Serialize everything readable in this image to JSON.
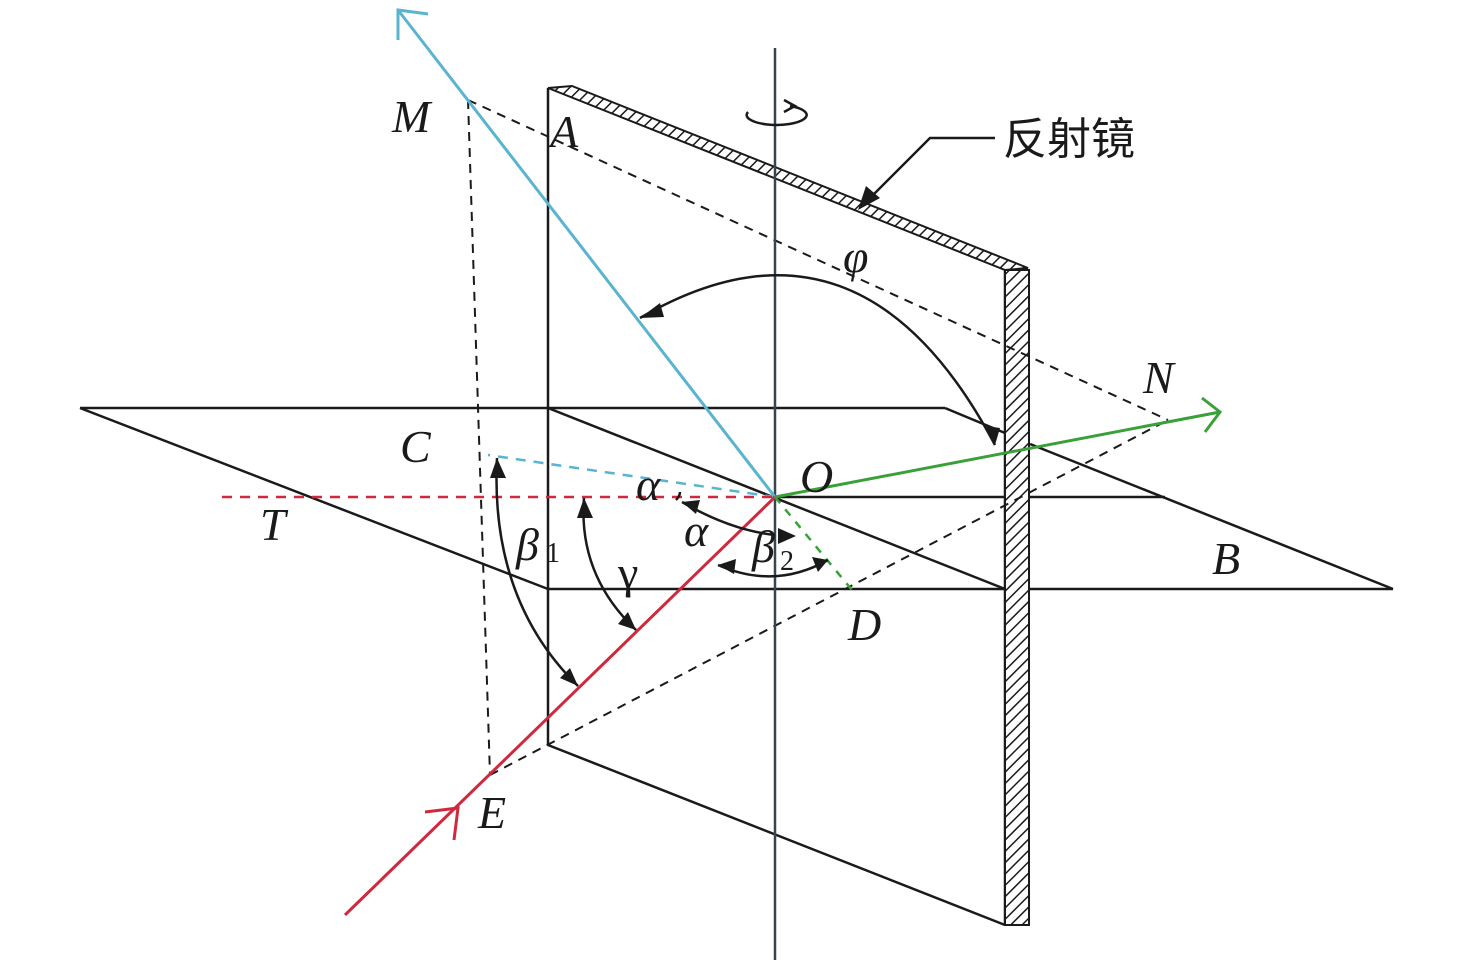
{
  "labels": {
    "M": "M",
    "A": "A",
    "N": "N",
    "C": "C",
    "O": "O",
    "T": "T",
    "B": "B",
    "D": "D",
    "E": "E",
    "phi": "φ",
    "alpha_top": "α",
    "alpha_low": "α",
    "beta1": "β",
    "beta1_sub": "1",
    "beta2": "β",
    "beta2_sub": "2",
    "gamma": "γ"
  },
  "mirror_label": "反射镜",
  "colors": {
    "reflected_ray": "#5ab4d0",
    "incident_ray": "#d0283c",
    "outgoing_ray": "#3aa03a",
    "frame_lines": "#1a1a1a",
    "axis": "#3a4450"
  }
}
